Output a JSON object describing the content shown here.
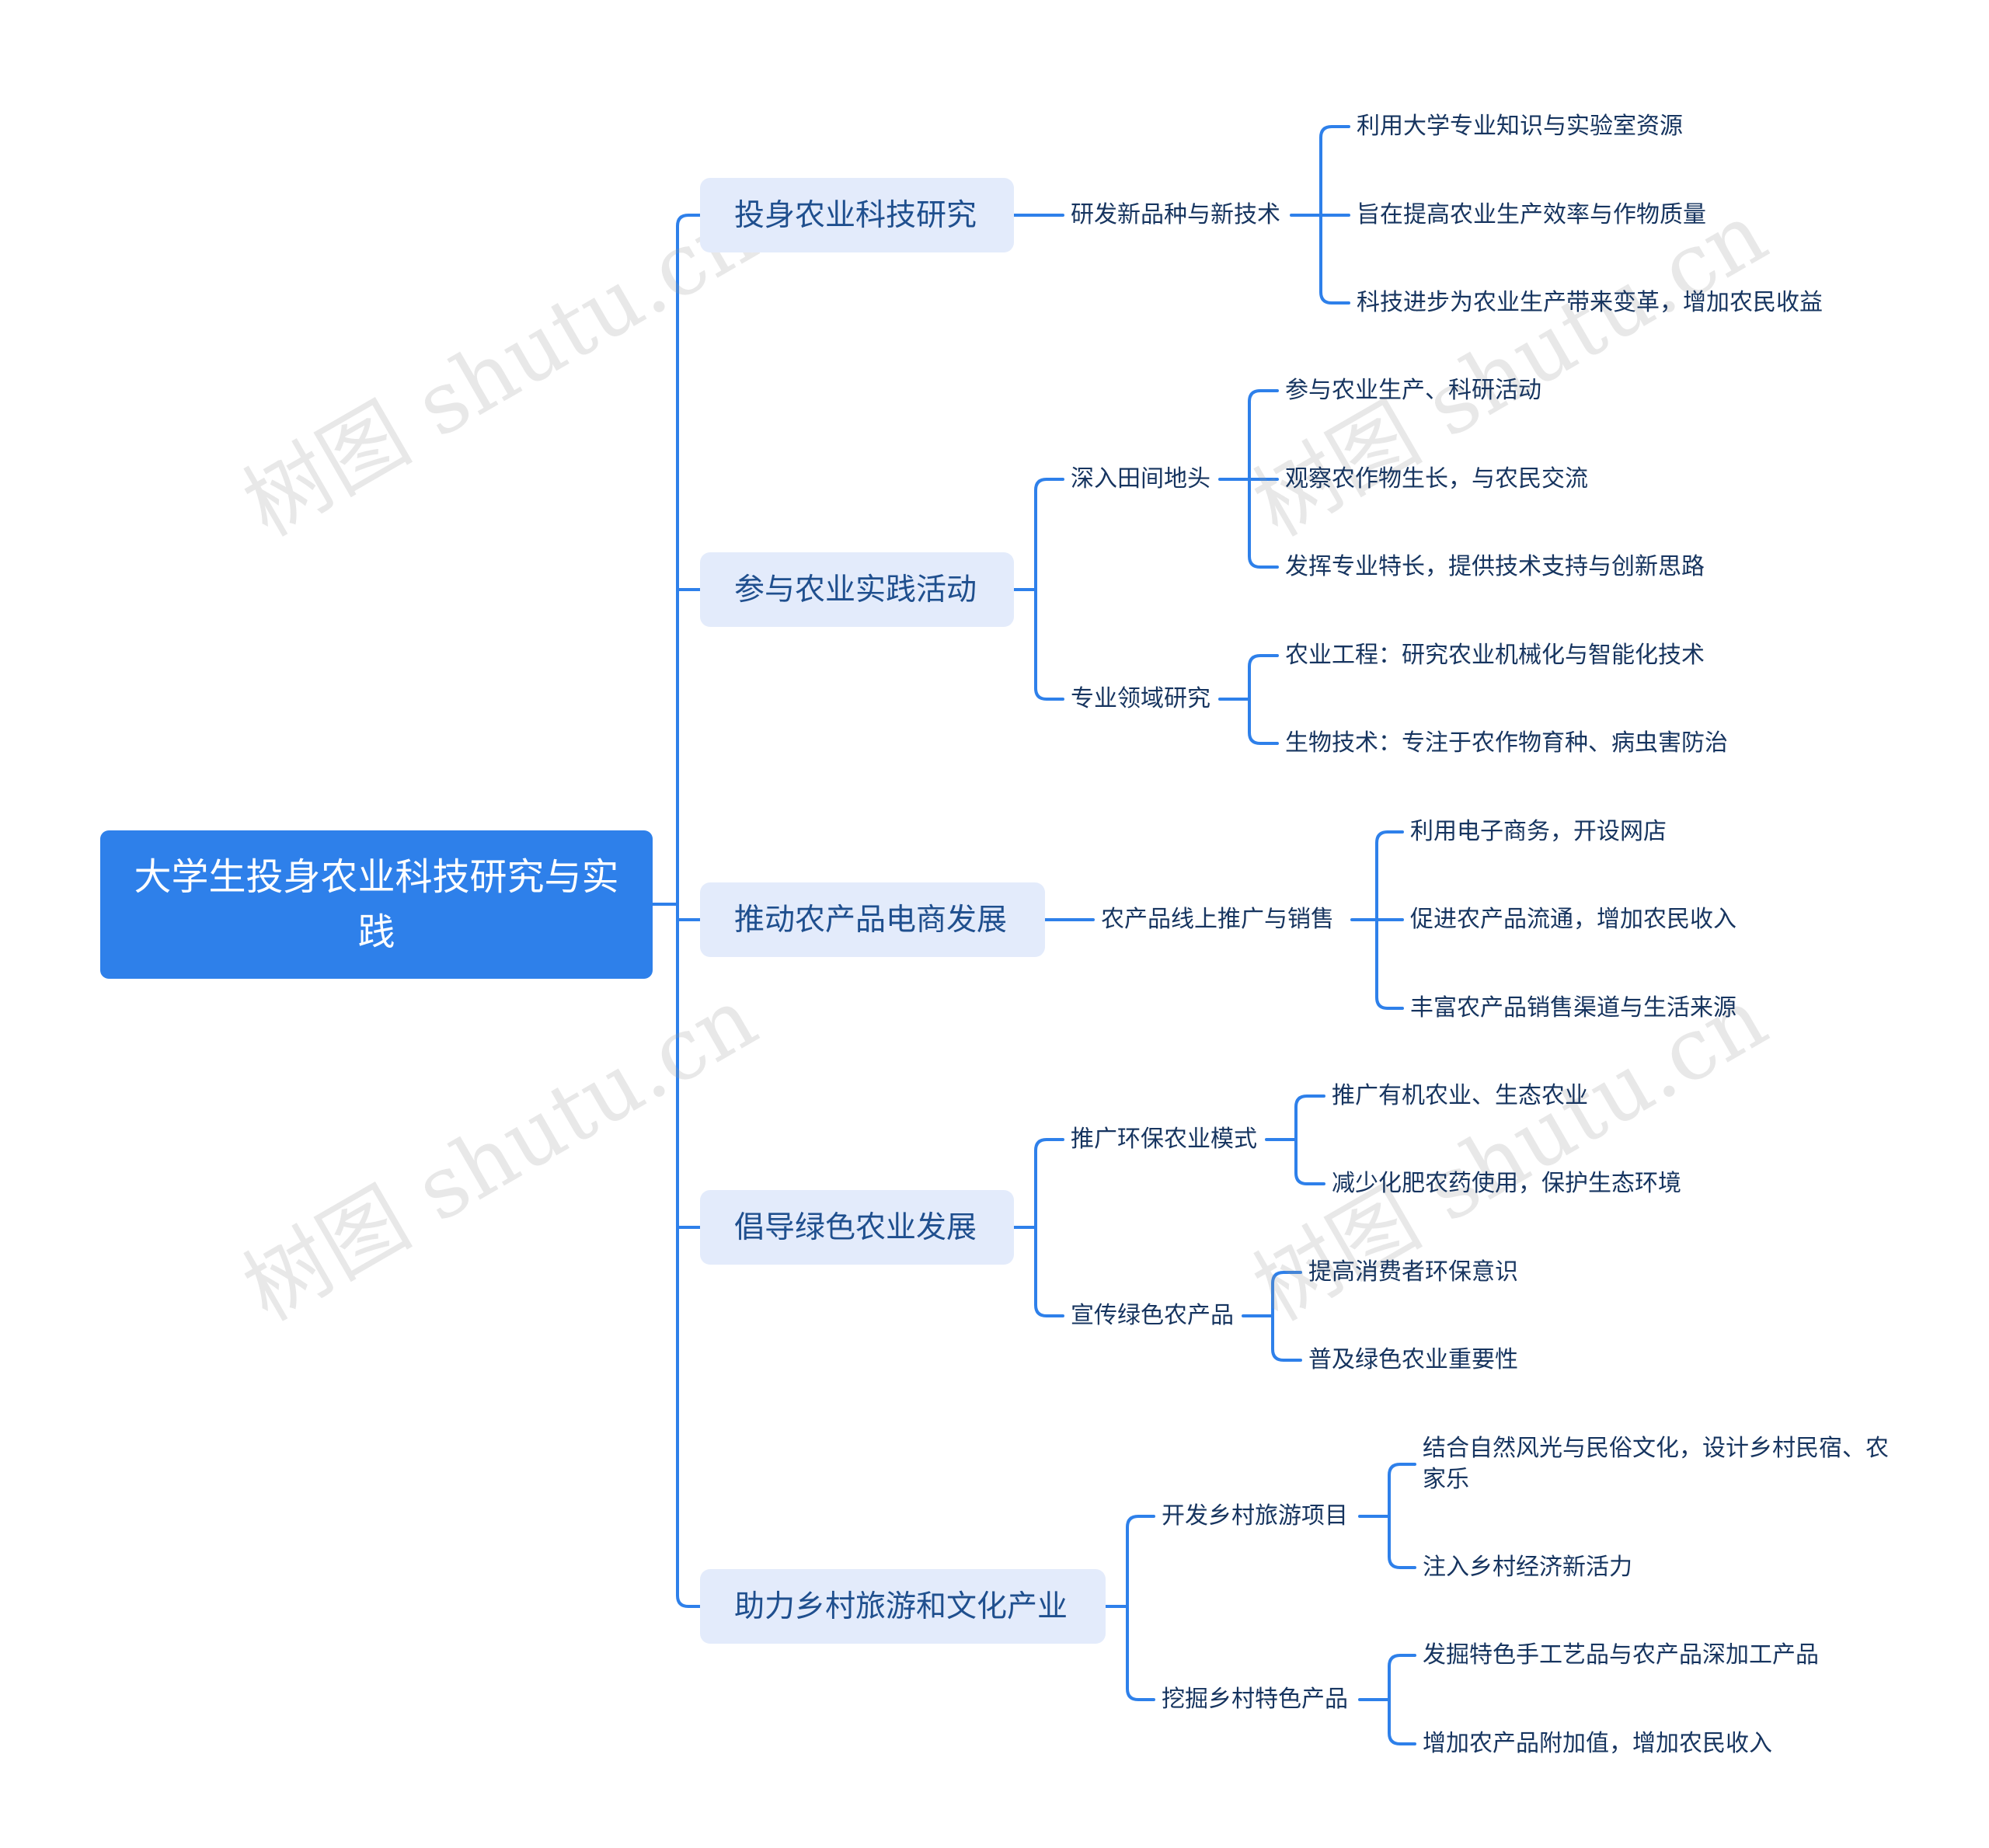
{
  "watermark": "树图 shutu.cn",
  "colors": {
    "root_bg": "#2e80ea",
    "branch_bg": "#e3ebfb",
    "branch_text": "#1f4f8e",
    "line": "#2e80ea",
    "text": "#16345f"
  },
  "root": {
    "title": "大学生投身农业科技研究与实践"
  },
  "branches": [
    {
      "label": "投身农业科技研究",
      "children": [
        {
          "label": "研发新品种与新技术",
          "children": [
            "利用大学专业知识与实验室资源",
            "旨在提高农业生产效率与作物质量",
            "科技进步为农业生产带来变革，增加农民收益"
          ]
        }
      ]
    },
    {
      "label": "参与农业实践活动",
      "children": [
        {
          "label": "深入田间地头",
          "children": [
            "参与农业生产、科研活动",
            "观察农作物生长，与农民交流",
            "发挥专业特长，提供技术支持与创新思路"
          ]
        },
        {
          "label": "专业领域研究",
          "children": [
            "农业工程：研究农业机械化与智能化技术",
            "生物技术：专注于农作物育种、病虫害防治"
          ]
        }
      ]
    },
    {
      "label": "推动农产品电商发展",
      "children": [
        {
          "label": "农产品线上推广与销售",
          "children": [
            "利用电子商务，开设网店",
            "促进农产品流通，增加农民收入",
            "丰富农产品销售渠道与生活来源"
          ]
        }
      ]
    },
    {
      "label": "倡导绿色农业发展",
      "children": [
        {
          "label": "推广环保农业模式",
          "children": [
            "推广有机农业、生态农业",
            "减少化肥农药使用，保护生态环境"
          ]
        },
        {
          "label": "宣传绿色农产品",
          "children": [
            "提高消费者环保意识",
            "普及绿色农业重要性"
          ]
        }
      ]
    },
    {
      "label": "助力乡村旅游和文化产业",
      "children": [
        {
          "label": "开发乡村旅游项目",
          "children": [
            "结合自然风光与民俗文化，设计乡村民宿、农家乐",
            "注入乡村经济新活力"
          ]
        },
        {
          "label": "挖掘乡村特色产品",
          "children": [
            "发掘特色手工艺品与农产品深加工产品",
            "增加农产品附加值，增加农民收入"
          ]
        }
      ]
    }
  ]
}
